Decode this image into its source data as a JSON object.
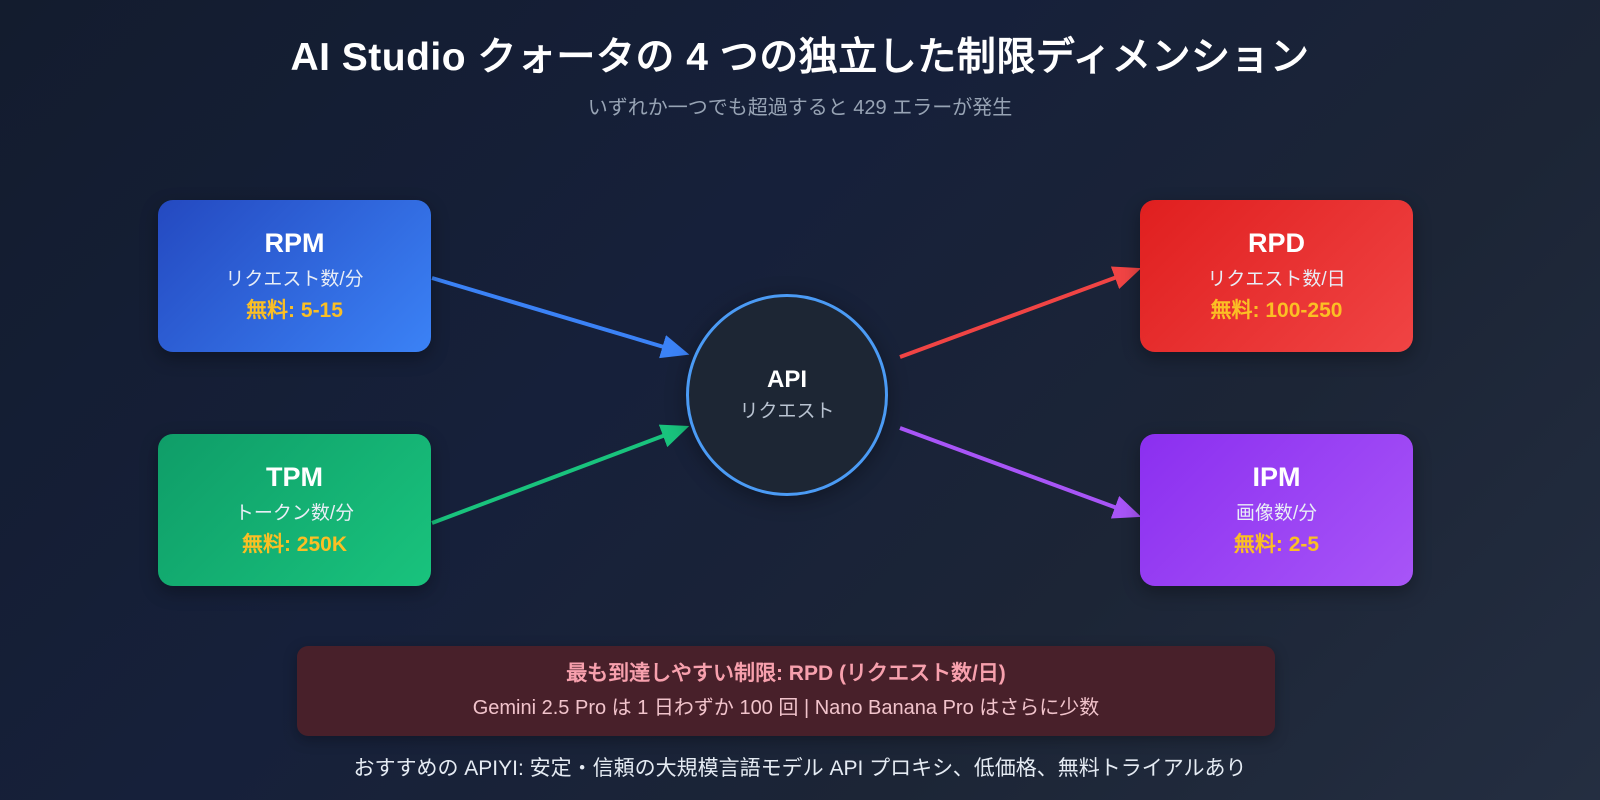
{
  "header": {
    "title": "AI Studio クォータの 4 つの独立した制限ディメンション",
    "subtitle": "いずれか一つでも超過すると 429 エラーが発生"
  },
  "hub": {
    "title": "API",
    "subtitle": "リクエスト"
  },
  "nodes": [
    {
      "id": "rpm",
      "title": "RPM",
      "description": "リクエスト数/分",
      "free": "無料: 5-15",
      "color": "#3b82f6",
      "free_color": "#fbbf24"
    },
    {
      "id": "tpm",
      "title": "TPM",
      "description": "トークン数/分",
      "free": "無料: 250K",
      "color": "#19c37d",
      "free_color": "#fbbf24"
    },
    {
      "id": "rpd",
      "title": "RPD",
      "description": "リクエスト数/日",
      "free": "無料: 100-250",
      "color": "#f04444",
      "free_color": "#fbbf24"
    },
    {
      "id": "ipm",
      "title": "IPM",
      "description": "画像数/分",
      "free": "無料: 2-5",
      "color": "#a855f7",
      "free_color": "#fbbf24"
    }
  ],
  "connectors": [
    {
      "id": "rpm-to-api",
      "from": "RPM",
      "to": "API",
      "color": "#3b82f6"
    },
    {
      "id": "tpm-to-api",
      "from": "TPM",
      "to": "API",
      "color": "#19c37d"
    },
    {
      "id": "api-to-rpd",
      "from": "API",
      "to": "RPD",
      "color": "#f04444"
    },
    {
      "id": "api-to-ipm",
      "from": "API",
      "to": "IPM",
      "color": "#a855f7"
    }
  ],
  "callout": {
    "line1": "最も到達しやすい制限: RPD (リクエスト数/日)",
    "line2": "Gemini 2.5 Pro は 1 日わずか 100 回 | Nano Banana Pro はさらに少数",
    "background": "#48202a",
    "line1_color": "#f7a0ad"
  },
  "footer": {
    "text": "おすすめの APIYI:  安定・信頼の大規模言語モデル API プロキシ、低価格、無料トライアルあり"
  }
}
